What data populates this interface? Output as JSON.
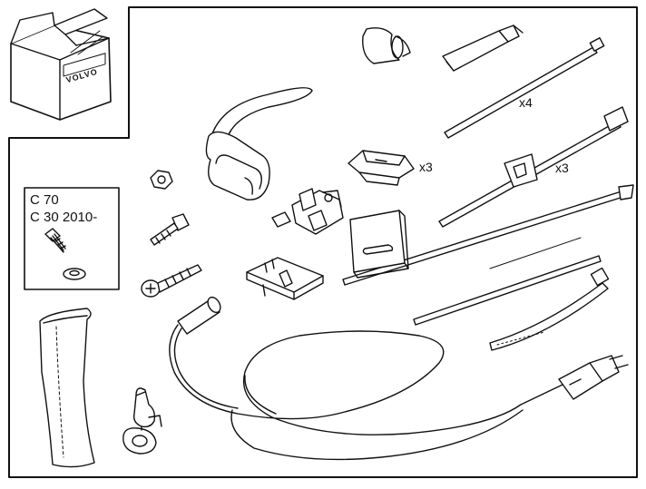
{
  "box": {
    "brand_logo": "VOLVO"
  },
  "applicability": {
    "models": [
      "C 70",
      "C 30 2010-"
    ]
  },
  "quantities": {
    "tie_long": "x4",
    "clip_small": "x3",
    "tie_mount": "x3"
  }
}
